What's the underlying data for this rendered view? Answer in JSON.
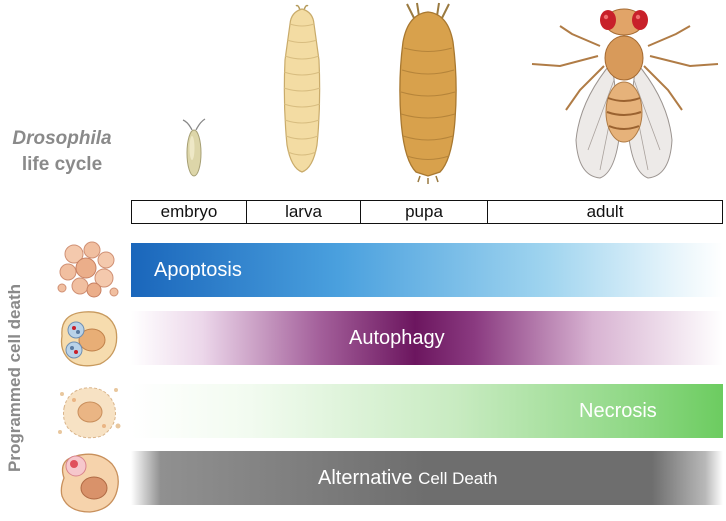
{
  "life_cycle": {
    "title_italic": "Drosophila",
    "title_rest": "life cycle",
    "stages": [
      "embryo",
      "larva",
      "pupa",
      "adult"
    ]
  },
  "pcd_label": "Programmed cell death",
  "bars": {
    "apoptosis": "Apoptosis",
    "autophagy": "Autophagy",
    "necrosis": "Necrosis",
    "alternative_main": "Alternative",
    "alternative_rest": "Cell Death"
  },
  "colors": {
    "apoptosis": "#1a66bb",
    "autophagy": "#6c165f",
    "necrosis": "#6ccc60",
    "alternative": "#6e6e6e"
  }
}
